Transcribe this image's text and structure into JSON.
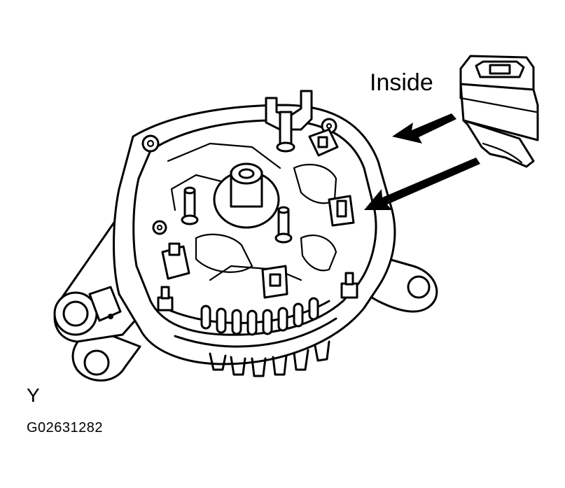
{
  "labels": {
    "inside": "Inside",
    "view": "Y",
    "figure_code": "G02631282"
  },
  "colors": {
    "line": "#000000",
    "background": "#ffffff"
  }
}
